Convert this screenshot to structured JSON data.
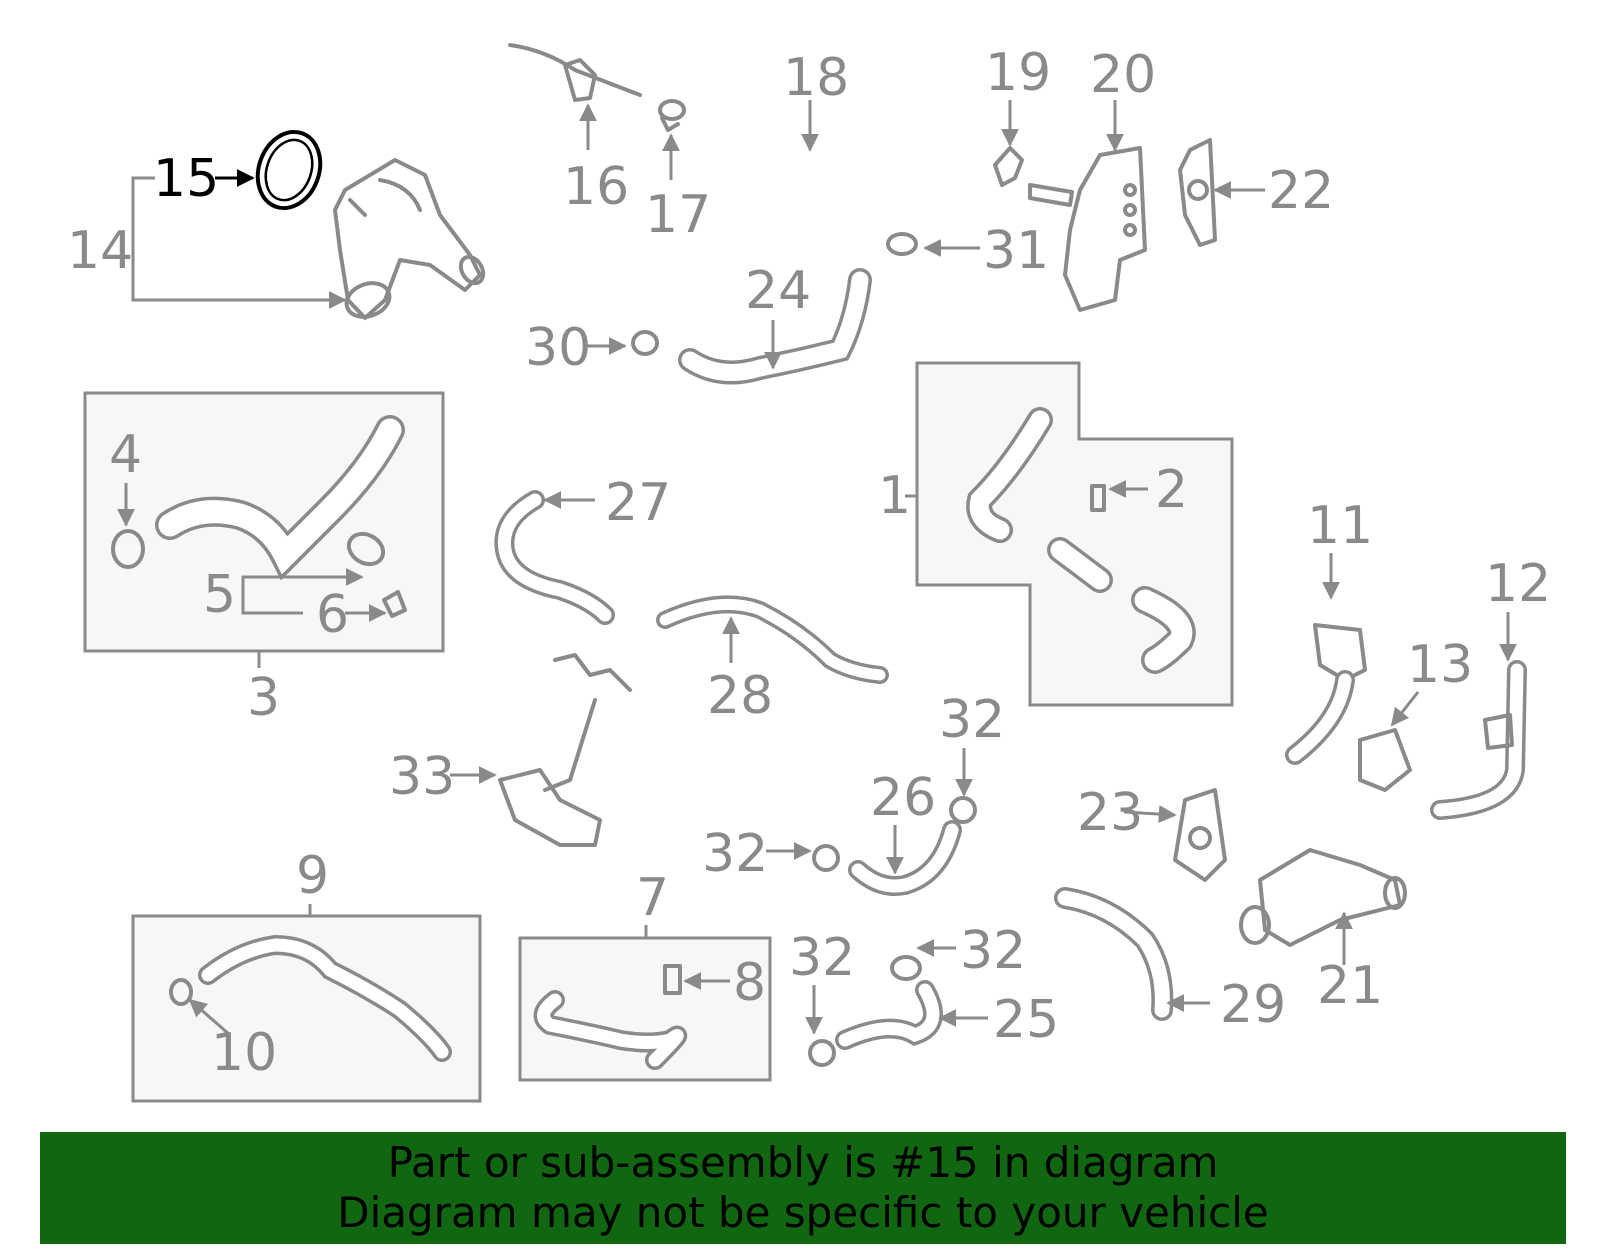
{
  "diagram": {
    "highlighted_part": "15",
    "callouts": [
      {
        "id": "c1",
        "label": "1"
      },
      {
        "id": "c2",
        "label": "2"
      },
      {
        "id": "c3",
        "label": "3"
      },
      {
        "id": "c4",
        "label": "4"
      },
      {
        "id": "c5",
        "label": "5"
      },
      {
        "id": "c6",
        "label": "6"
      },
      {
        "id": "c7",
        "label": "7"
      },
      {
        "id": "c8",
        "label": "8"
      },
      {
        "id": "c9",
        "label": "9"
      },
      {
        "id": "c10",
        "label": "10"
      },
      {
        "id": "c11",
        "label": "11"
      },
      {
        "id": "c12",
        "label": "12"
      },
      {
        "id": "c13",
        "label": "13"
      },
      {
        "id": "c14",
        "label": "14"
      },
      {
        "id": "c15",
        "label": "15"
      },
      {
        "id": "c16",
        "label": "16"
      },
      {
        "id": "c17",
        "label": "17"
      },
      {
        "id": "c18",
        "label": "18"
      },
      {
        "id": "c19",
        "label": "19"
      },
      {
        "id": "c20",
        "label": "20"
      },
      {
        "id": "c21",
        "label": "21"
      },
      {
        "id": "c22",
        "label": "22"
      },
      {
        "id": "c23",
        "label": "23"
      },
      {
        "id": "c24",
        "label": "24"
      },
      {
        "id": "c25",
        "label": "25"
      },
      {
        "id": "c26",
        "label": "26"
      },
      {
        "id": "c27",
        "label": "27"
      },
      {
        "id": "c28",
        "label": "28"
      },
      {
        "id": "c29",
        "label": "29"
      },
      {
        "id": "c30",
        "label": "30"
      },
      {
        "id": "c31",
        "label": "31"
      },
      {
        "id": "c32a",
        "label": "32"
      },
      {
        "id": "c32b",
        "label": "32"
      },
      {
        "id": "c32c",
        "label": "32"
      },
      {
        "id": "c32d",
        "label": "32"
      },
      {
        "id": "c33",
        "label": "33"
      }
    ]
  },
  "banner": {
    "line1": "Part or sub-assembly is #15 in diagram",
    "line2": "Diagram may not be specific to your vehicle"
  },
  "colors": {
    "line": "#8a8a8a",
    "highlight": "#000000",
    "box_fill": "#f7f7f7",
    "banner_bg": "#116611",
    "banner_text": "#000000"
  }
}
